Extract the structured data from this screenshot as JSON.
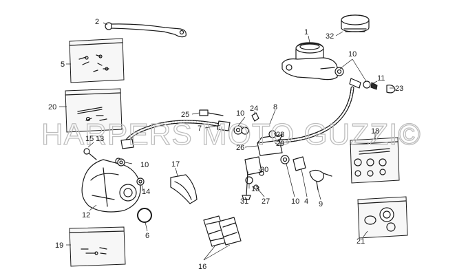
{
  "watermark": {
    "text": "HARPERS MOTO GUZZI©"
  },
  "parts": [
    {
      "num": "1"
    },
    {
      "num": "2"
    },
    {
      "num": "32"
    },
    {
      "num": "5"
    },
    {
      "num": "10"
    },
    {
      "num": "11"
    },
    {
      "num": "23"
    },
    {
      "num": "20"
    },
    {
      "num": "25"
    },
    {
      "num": "10"
    },
    {
      "num": "24"
    },
    {
      "num": "8"
    },
    {
      "num": "7"
    },
    {
      "num": "28"
    },
    {
      "num": "29"
    },
    {
      "num": "26"
    },
    {
      "num": "18"
    },
    {
      "num": "15"
    },
    {
      "num": "13"
    },
    {
      "num": "10"
    },
    {
      "num": "17"
    },
    {
      "num": "14"
    },
    {
      "num": "30"
    },
    {
      "num": "13"
    },
    {
      "num": "27"
    },
    {
      "num": "31"
    },
    {
      "num": "10"
    },
    {
      "num": "4"
    },
    {
      "num": "9"
    },
    {
      "num": "12"
    },
    {
      "num": "6"
    },
    {
      "num": "19"
    },
    {
      "num": "16"
    },
    {
      "num": "21"
    }
  ]
}
